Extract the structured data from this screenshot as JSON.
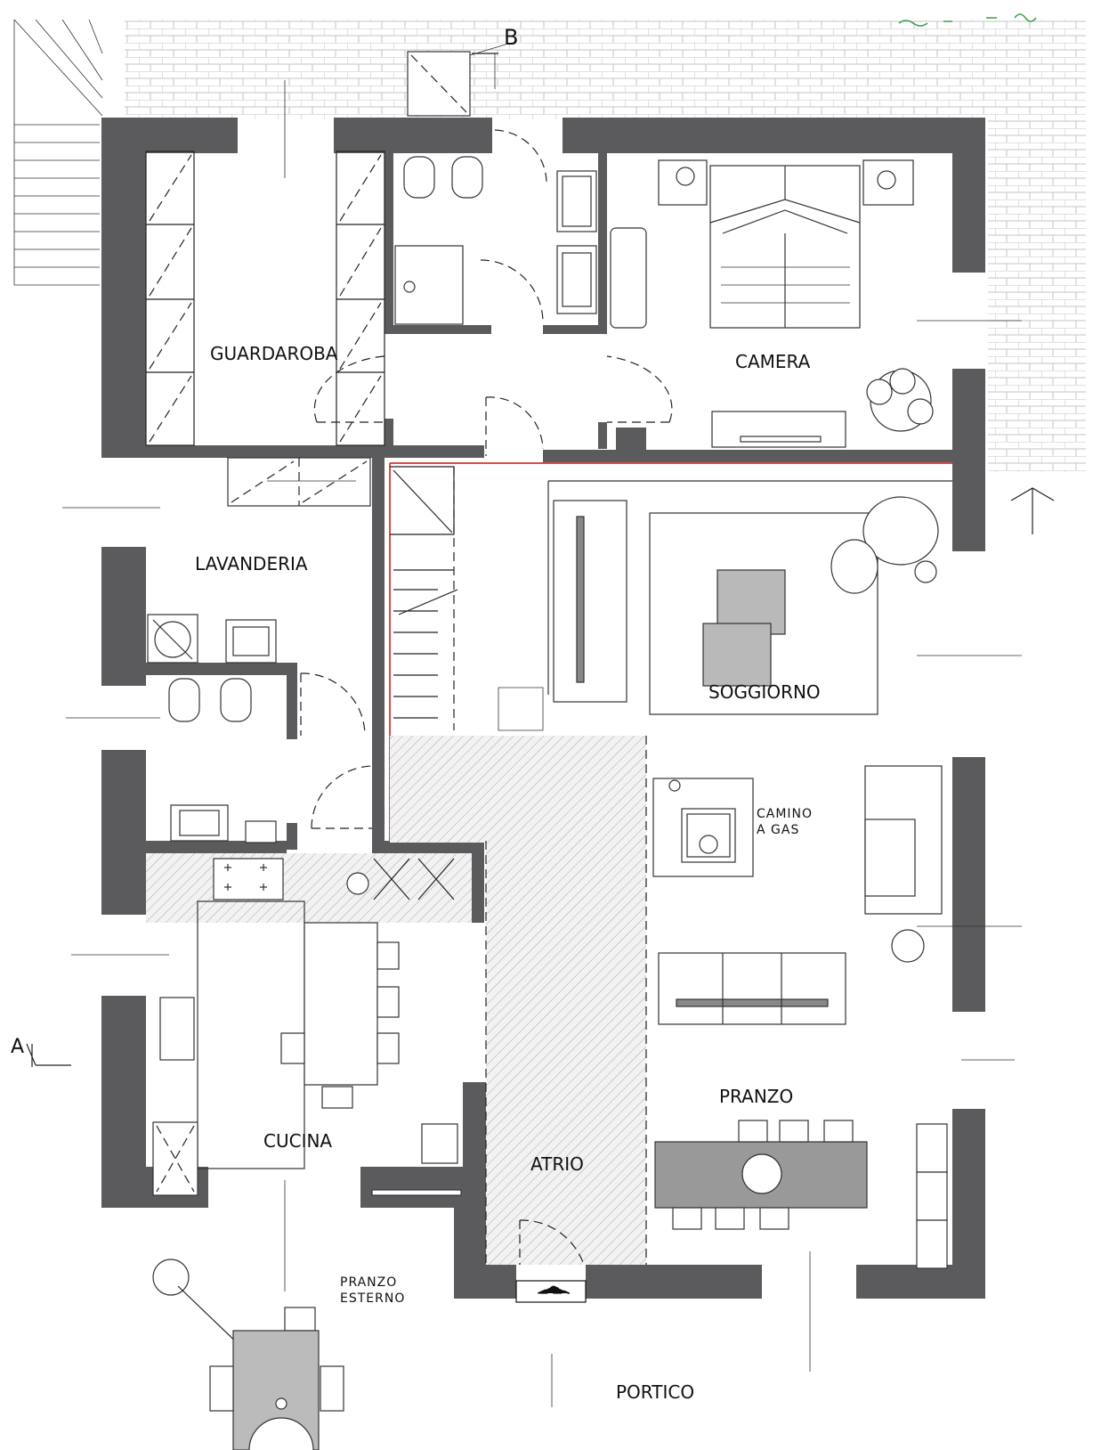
{
  "rooms": {
    "guardaroba": "GUARDAROBA",
    "camera": "CAMERA",
    "lavanderia": "LAVANDERIA",
    "soggiorno": "SOGGIORNO",
    "camino_line1": "CAMINO",
    "camino_line2": "A  GAS",
    "cucina": "CUCINA",
    "atrio": "ATRIO",
    "pranzo": "PRANZO",
    "pranzo_esterno_line1": "PRANZO",
    "pranzo_esterno_line2": "ESTERNO",
    "portico": "PORTICO"
  },
  "markers": {
    "section_b": "B",
    "section_a": "A"
  },
  "colors": {
    "wall": "#5b5b5d",
    "gray_fill": "#b9b9b9",
    "hatch": "#9a9a9a",
    "red_line": "#d01010",
    "paving": "#bdbdbd"
  }
}
